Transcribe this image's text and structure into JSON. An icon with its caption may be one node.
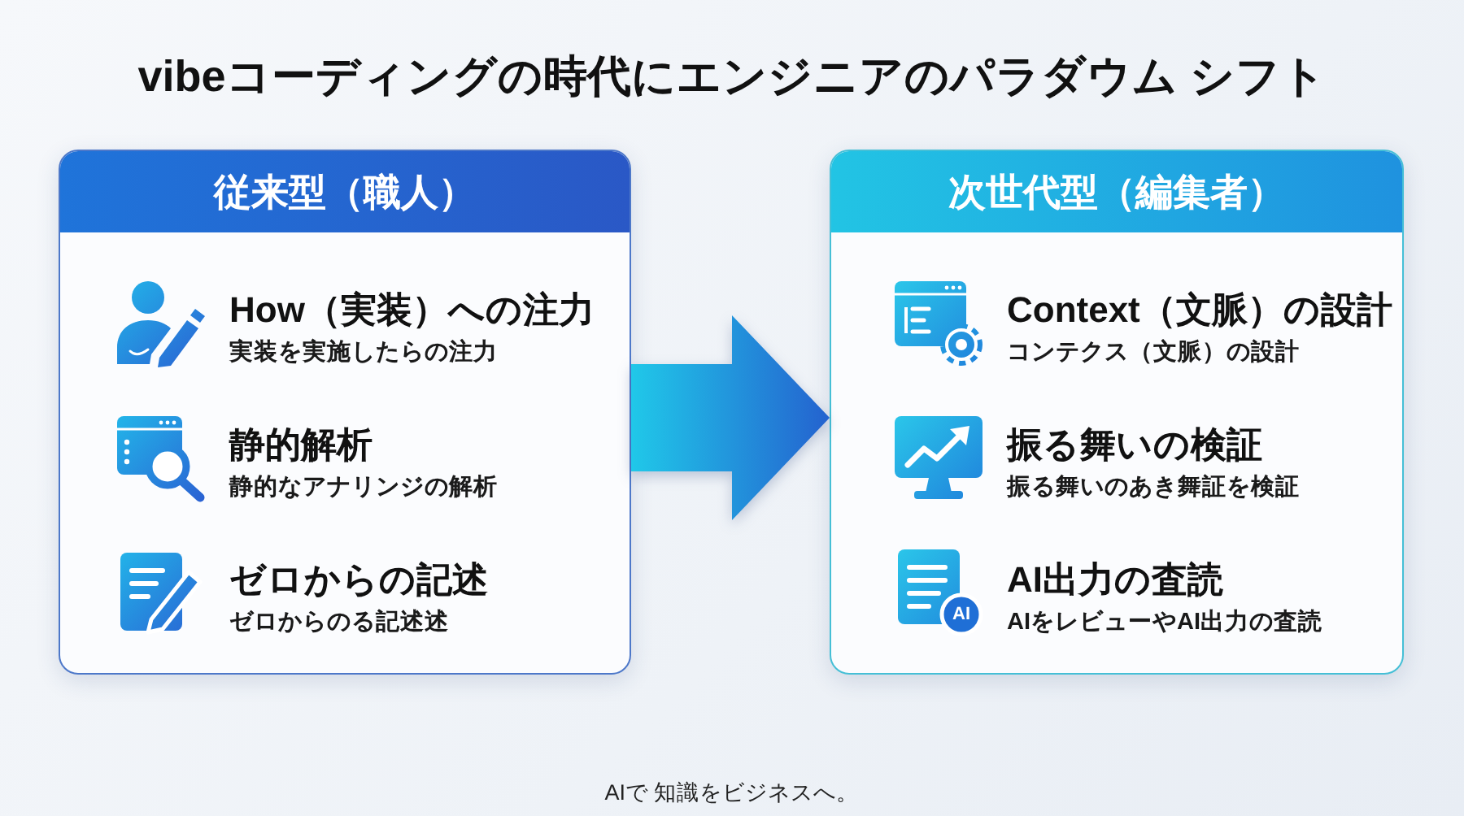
{
  "diagram": {
    "title": "vibeコーディングの時代にエンジニアのパラダウム シフト",
    "nodes": [
      {
        "text": [
          "従来型（職人）",
          "How（実装）への注力",
          "実装を実施したらの注力",
          "静的解析",
          "静的なアナリンジの解析",
          "ゼロからの記述",
          "ゼロからのる記述述"
        ]
      },
      {
        "text": [
          "次世代型（編集者）",
          "Context（文脈）の設計",
          "コンテクス（文脈）の設計",
          "振る舞いの検証",
          "振る舞いのあき舞証を検証",
          "AI",
          "AI出力の査読",
          "AIをレビューやAI出力の査読"
        ]
      }
    ],
    "edges": [
      {
        "from": 0,
        "to": 1,
        "arrow": "to"
      }
    ],
    "labels": [
      "AIで 知識をビジネスへ。"
    ]
  }
}
